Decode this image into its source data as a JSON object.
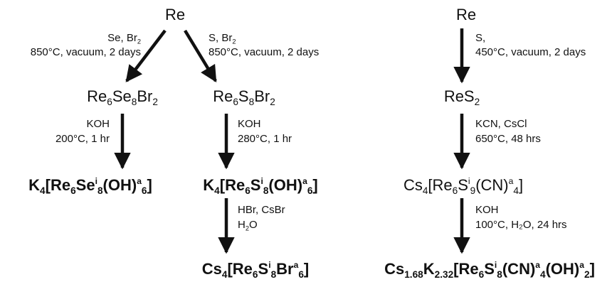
{
  "nodes": {
    "re_left": {
      "el": "Re"
    },
    "re6se8br2": {
      "a": "Re",
      "a_n": "6",
      "b": "Se",
      "b_n": "8",
      "c": "Br",
      "c_n": "2"
    },
    "re6s8br2": {
      "a": "Re",
      "a_n": "6",
      "b": "S",
      "b_n": "8",
      "c": "Br",
      "c_n": "2"
    },
    "k4_se": {
      "k": "K",
      "k_n": "4",
      "open": "[Re",
      "re_n": "6",
      "x": "Se",
      "x_sup": "i",
      "x_n": "8",
      "oh": "(OH)",
      "oh_sup": "a",
      "oh_n": "6",
      "close": "]"
    },
    "k4_s": {
      "k": "K",
      "k_n": "4",
      "open": "[Re",
      "re_n": "6",
      "x": "S",
      "x_sup": "i",
      "x_n": "8",
      "oh": "(OH)",
      "oh_sup": "a",
      "oh_n": "6",
      "close": "]"
    },
    "cs4_br": {
      "cs": "Cs",
      "cs_n": "4",
      "open": "[Re",
      "re_n": "6",
      "x": "S",
      "x_sup": "i",
      "x_n": "8",
      "br": "Br",
      "br_sup": "a",
      "br_n": "6",
      "close": "]"
    },
    "re_right": {
      "el": "Re"
    },
    "res2": {
      "a": "ReS",
      "a_n": "2"
    },
    "cs4_cn": {
      "cs": "Cs",
      "cs_n": "4",
      "open": "[Re",
      "re_n": "6",
      "x": "S",
      "x_sup": "i",
      "x_n": "9",
      "cn": "(CN)",
      "cn_sup": "a",
      "cn_n": "4",
      "close": "]"
    },
    "final": {
      "cs": "Cs",
      "cs_n": "1.68",
      "k": "K",
      "k_n": "2.32",
      "open": "[Re",
      "re_n": "6",
      "x": "S",
      "x_sup": "i",
      "x_n": "8",
      "cn": "(CN)",
      "cn_sup": "a",
      "cn_n": "4",
      "oh": "(OH)",
      "oh_sup": "a",
      "oh_n": "2",
      "close": "]"
    }
  },
  "conditions": {
    "se_br2": {
      "l1a": "Se, Br",
      "l1n": "2",
      "l2": "850°C, vacuum, 2 days"
    },
    "s_br2": {
      "l1a": "S, Br",
      "l1n": "2",
      "l2": "850°C, vacuum, 2 days"
    },
    "koh_200": {
      "l1": "KOH",
      "l2": "200°C, 1 hr"
    },
    "koh_280": {
      "l1": "KOH",
      "l2": "280°C, 1 hr"
    },
    "hbr_csbr": {
      "l1": "HBr, CsBr",
      "l2a": "H",
      "l2n": "2",
      "l2b": "O"
    },
    "s_450": {
      "l1": "S,",
      "l2": "450°C, vacuum, 2 days"
    },
    "kcn_cscl": {
      "l1": "KCN, CsCl",
      "l2": "650°C, 48 hrs"
    },
    "koh_100": {
      "l1": "KOH",
      "l2": "100°C, H₂O, 24 hrs"
    }
  },
  "colors": {
    "arrow": "#111111",
    "text": "#111111"
  }
}
